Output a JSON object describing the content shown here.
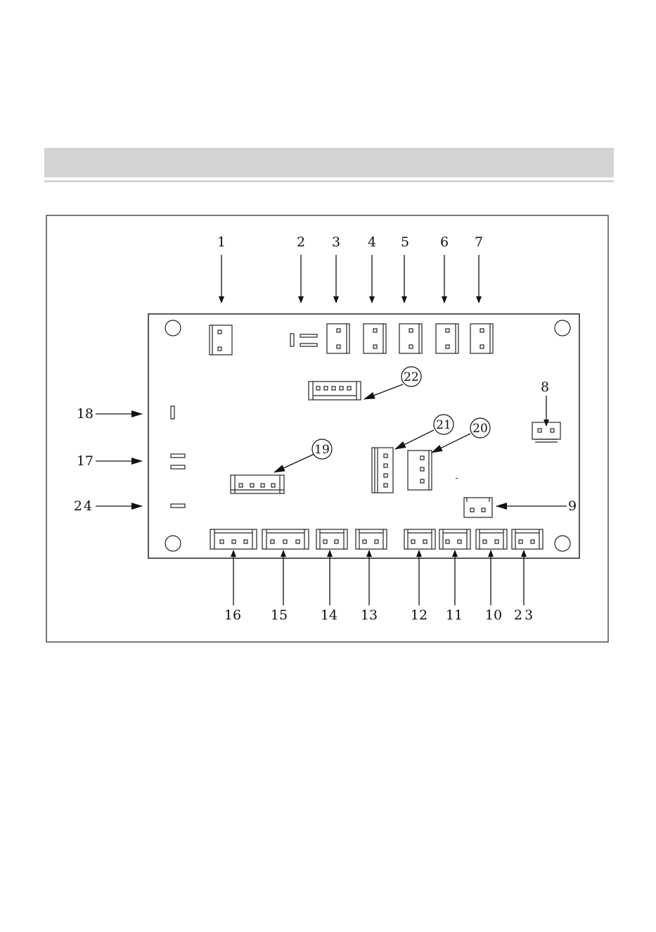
{
  "header": {
    "title": ""
  },
  "labels": {
    "top": [
      "1",
      "2",
      "3",
      "4",
      "5",
      "6",
      "7"
    ],
    "bottom": [
      "16",
      "15",
      "14",
      "13",
      "12",
      "11",
      "10",
      "23"
    ],
    "left": [
      "18",
      "17",
      "24"
    ],
    "right": [
      "8",
      "9"
    ],
    "circled": [
      "22",
      "21",
      "20",
      "19"
    ]
  }
}
